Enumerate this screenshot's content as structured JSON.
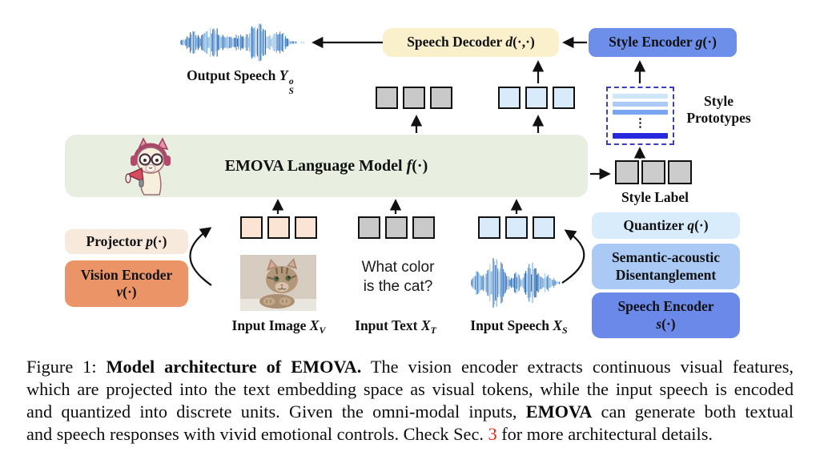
{
  "figure": {
    "output_speech_label": {
      "pre": "Output Speech ",
      "var": "Y",
      "sup": "o",
      "sub": "S"
    },
    "speech_decoder": {
      "pre": "Speech Decoder ",
      "var": "d",
      "post": "(·,·)"
    },
    "style_encoder": {
      "pre": "Style Encoder ",
      "var": "g",
      "post": "(·)"
    },
    "language_model": {
      "pre": "EMOVA Language Model ",
      "var": "f",
      "post": "(·)"
    },
    "style_prototypes": {
      "line1": "Style",
      "line2": "Prototypes"
    },
    "style_label": "Style Label",
    "quantizer": {
      "pre": "Quantizer ",
      "var": "q",
      "post": "(·)"
    },
    "semantic_acoustic": {
      "line1": "Semantic-acoustic",
      "line2": "Disentanglement"
    },
    "speech_encoder": {
      "line1": "Speech Encoder",
      "var": "s",
      "post": "(·)"
    },
    "projector": {
      "pre": "Projector ",
      "var": "p",
      "post": "(·)"
    },
    "vision_encoder": {
      "line1": "Vision Encoder",
      "var": "v",
      "post": "(·)"
    },
    "input_image_label": {
      "pre": "Input Image ",
      "var": "X",
      "sub": "V"
    },
    "input_text_label": {
      "pre": "Input Text ",
      "var": "X",
      "sub": "T"
    },
    "input_speech_label": {
      "pre": "Input Speech ",
      "var": "X",
      "sub": "S"
    },
    "question": {
      "line1": "What color",
      "line2": "is the cat?"
    }
  },
  "colors": {
    "lm_box": "#e8efe1",
    "speech_decoder": "#faf0cc",
    "style_encoder": "#6d8ee9",
    "quantizer": "#d9ecfc",
    "semantic_acoustic": "#aacaf5",
    "speech_encoder": "#6b89e9",
    "projector": "#f8e9dd",
    "vision_encoder": "#eb9468",
    "token_gray": "#c9c9c9",
    "token_blue": "#d9eafa",
    "token_peach": "#fbe4d4",
    "proto_border": "#3d3dbd",
    "caption_red": "#ee2211",
    "waveform_blue": "#2e6cb3"
  },
  "tokens": {
    "top_text": {
      "count": 3,
      "size": 28,
      "gap": 6,
      "color": "#c9c9c9"
    },
    "top_speech": {
      "count": 3,
      "size": 28,
      "gap": 6,
      "color": "#d9eafa"
    },
    "style_label": {
      "count": 3,
      "size": 30,
      "gap": 3,
      "color": "#cccccc"
    },
    "bottom_image": {
      "count": 3,
      "size": 28,
      "gap": 6,
      "color": "#fbe4d4"
    },
    "bottom_text": {
      "count": 3,
      "size": 28,
      "gap": 6,
      "color": "#c9c9c9"
    },
    "bottom_speech": {
      "count": 3,
      "size": 28,
      "gap": 6,
      "color": "#d9eafa"
    }
  },
  "prototypes": {
    "bars": [
      {
        "c": "#cfe5fa",
        "h": 6
      },
      {
        "c": "#a9cbf5",
        "h": 6
      },
      {
        "c": "#79a4ef",
        "h": 7
      },
      {
        "dots": true
      },
      {
        "c": "#2727de",
        "h": 7
      }
    ]
  },
  "caption": {
    "lines": [
      [
        {
          "t": "Figure 1: "
        },
        {
          "t": "Model architecture of EMOVA.",
          "b": true
        },
        {
          "t": " The vision encoder extracts continuous visual features,"
        }
      ],
      [
        {
          "t": "which are projected into the text embedding space as visual tokens, while the input speech is encoded"
        }
      ],
      [
        {
          "t": "and quantized into discrete units. Given the omni-modal inputs, "
        },
        {
          "t": "EMOVA",
          "b": true
        },
        {
          "t": " can generate both textual"
        }
      ],
      [
        {
          "t": "and speech responses with vivid emotional controls. Check Sec. "
        },
        {
          "t": "3",
          "r": true
        },
        {
          "t": " for more architectural details."
        }
      ]
    ]
  }
}
